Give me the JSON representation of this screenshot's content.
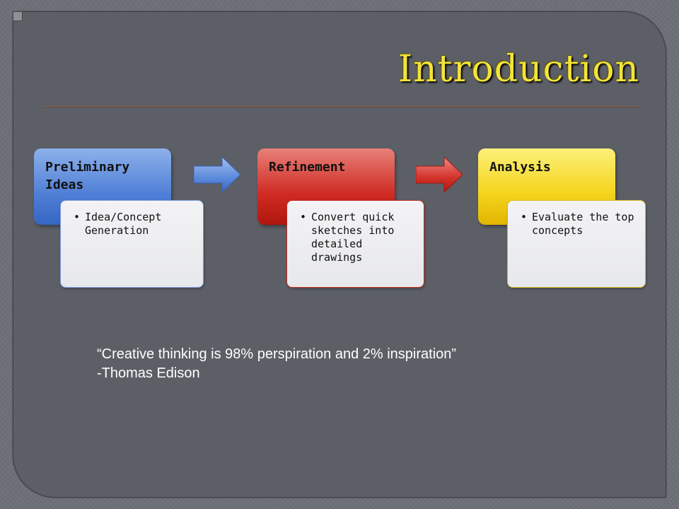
{
  "slide": {
    "title": "Introduction",
    "colors": {
      "title": "#f2e33a",
      "background": "#5c5f66",
      "blue": "#4f7fd6",
      "red": "#cf2b23",
      "yellow": "#f4d41b"
    }
  },
  "stages": [
    {
      "title": "Preliminary Ideas",
      "items": [
        "Idea/Concept Generation"
      ],
      "color": "#4f7fd6"
    },
    {
      "title": "Refinement",
      "items": [
        "Convert quick sketches into detailed drawings"
      ],
      "color": "#cf2b23"
    },
    {
      "title": "Analysis",
      "items": [
        "Evaluate the top concepts"
      ],
      "color": "#f4d41b"
    }
  ],
  "arrows": [
    {
      "icon": "right-arrow-icon",
      "color": "#4f7fd6"
    },
    {
      "icon": "right-arrow-icon",
      "color": "#cf2b23"
    }
  ],
  "quote": {
    "text": "“Creative thinking is 98% perspiration and 2% inspiration”",
    "author": "-Thomas Edison"
  }
}
